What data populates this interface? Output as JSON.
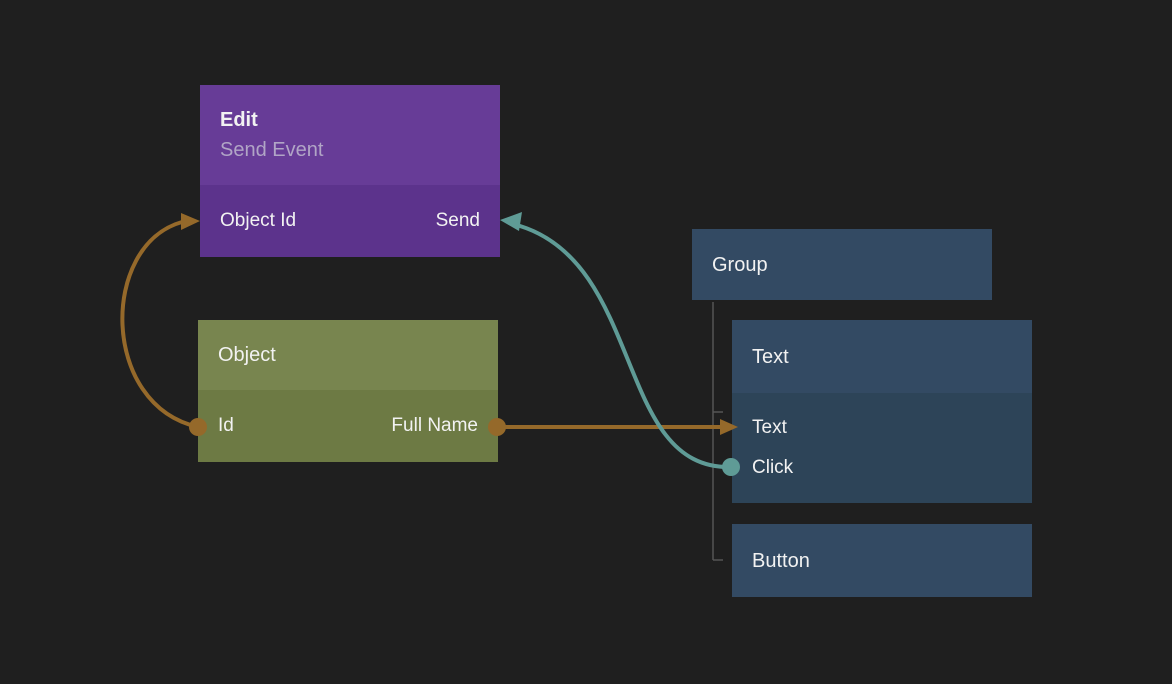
{
  "colors": {
    "background": "#1f1f1f",
    "edit-header": "#673c97",
    "edit-body": "#5c338c",
    "object-header": "#78854f",
    "object-body": "#6d7a44",
    "blue-header": "#334a63",
    "blue-body": "#2d4458",
    "edge-orange": "#95692a",
    "edge-teal": "#5f9b96",
    "tree-line": "#555555",
    "title-text": "#f2f2f2",
    "subtitle-text": "#b1a5c6"
  },
  "nodes": {
    "edit": {
      "title": "Edit",
      "subtitle": "Send Event",
      "ports": {
        "input": "Object Id",
        "output": "Send"
      }
    },
    "object": {
      "title": "Object",
      "ports": {
        "id": "Id",
        "full_name": "Full Name"
      }
    },
    "group": {
      "title": "Group"
    },
    "text": {
      "title": "Text",
      "ports": {
        "text": "Text",
        "click": "Click"
      }
    },
    "button": {
      "title": "Button"
    }
  }
}
